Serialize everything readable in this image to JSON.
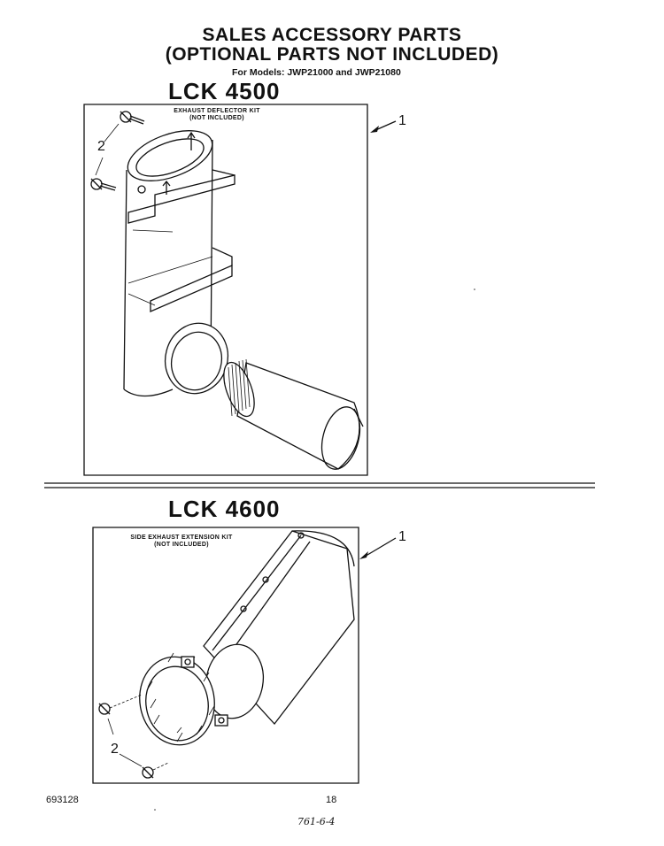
{
  "header": {
    "title_line1": "SALES ACCESSORY PARTS",
    "title_line2": "(OPTIONAL PARTS NOT INCLUDED)",
    "models": "For Models: JWP21000 and JWP21080"
  },
  "kits": [
    {
      "code": "LCK 4500",
      "label_line1": "EXHAUST DEFLECTOR KIT",
      "label_line2": "(NOT INCLUDED)",
      "callout_kit": "1",
      "callout_screws": "2"
    },
    {
      "code": "LCK 4600",
      "label_line1": "SIDE EXHAUST EXTENSION KIT",
      "label_line2": "(NOT INCLUDED)",
      "callout_kit": "1",
      "callout_screws": "2"
    }
  ],
  "footer": {
    "doc_number": "693128",
    "page_number": "18",
    "handwritten_note": "761-6-4"
  }
}
